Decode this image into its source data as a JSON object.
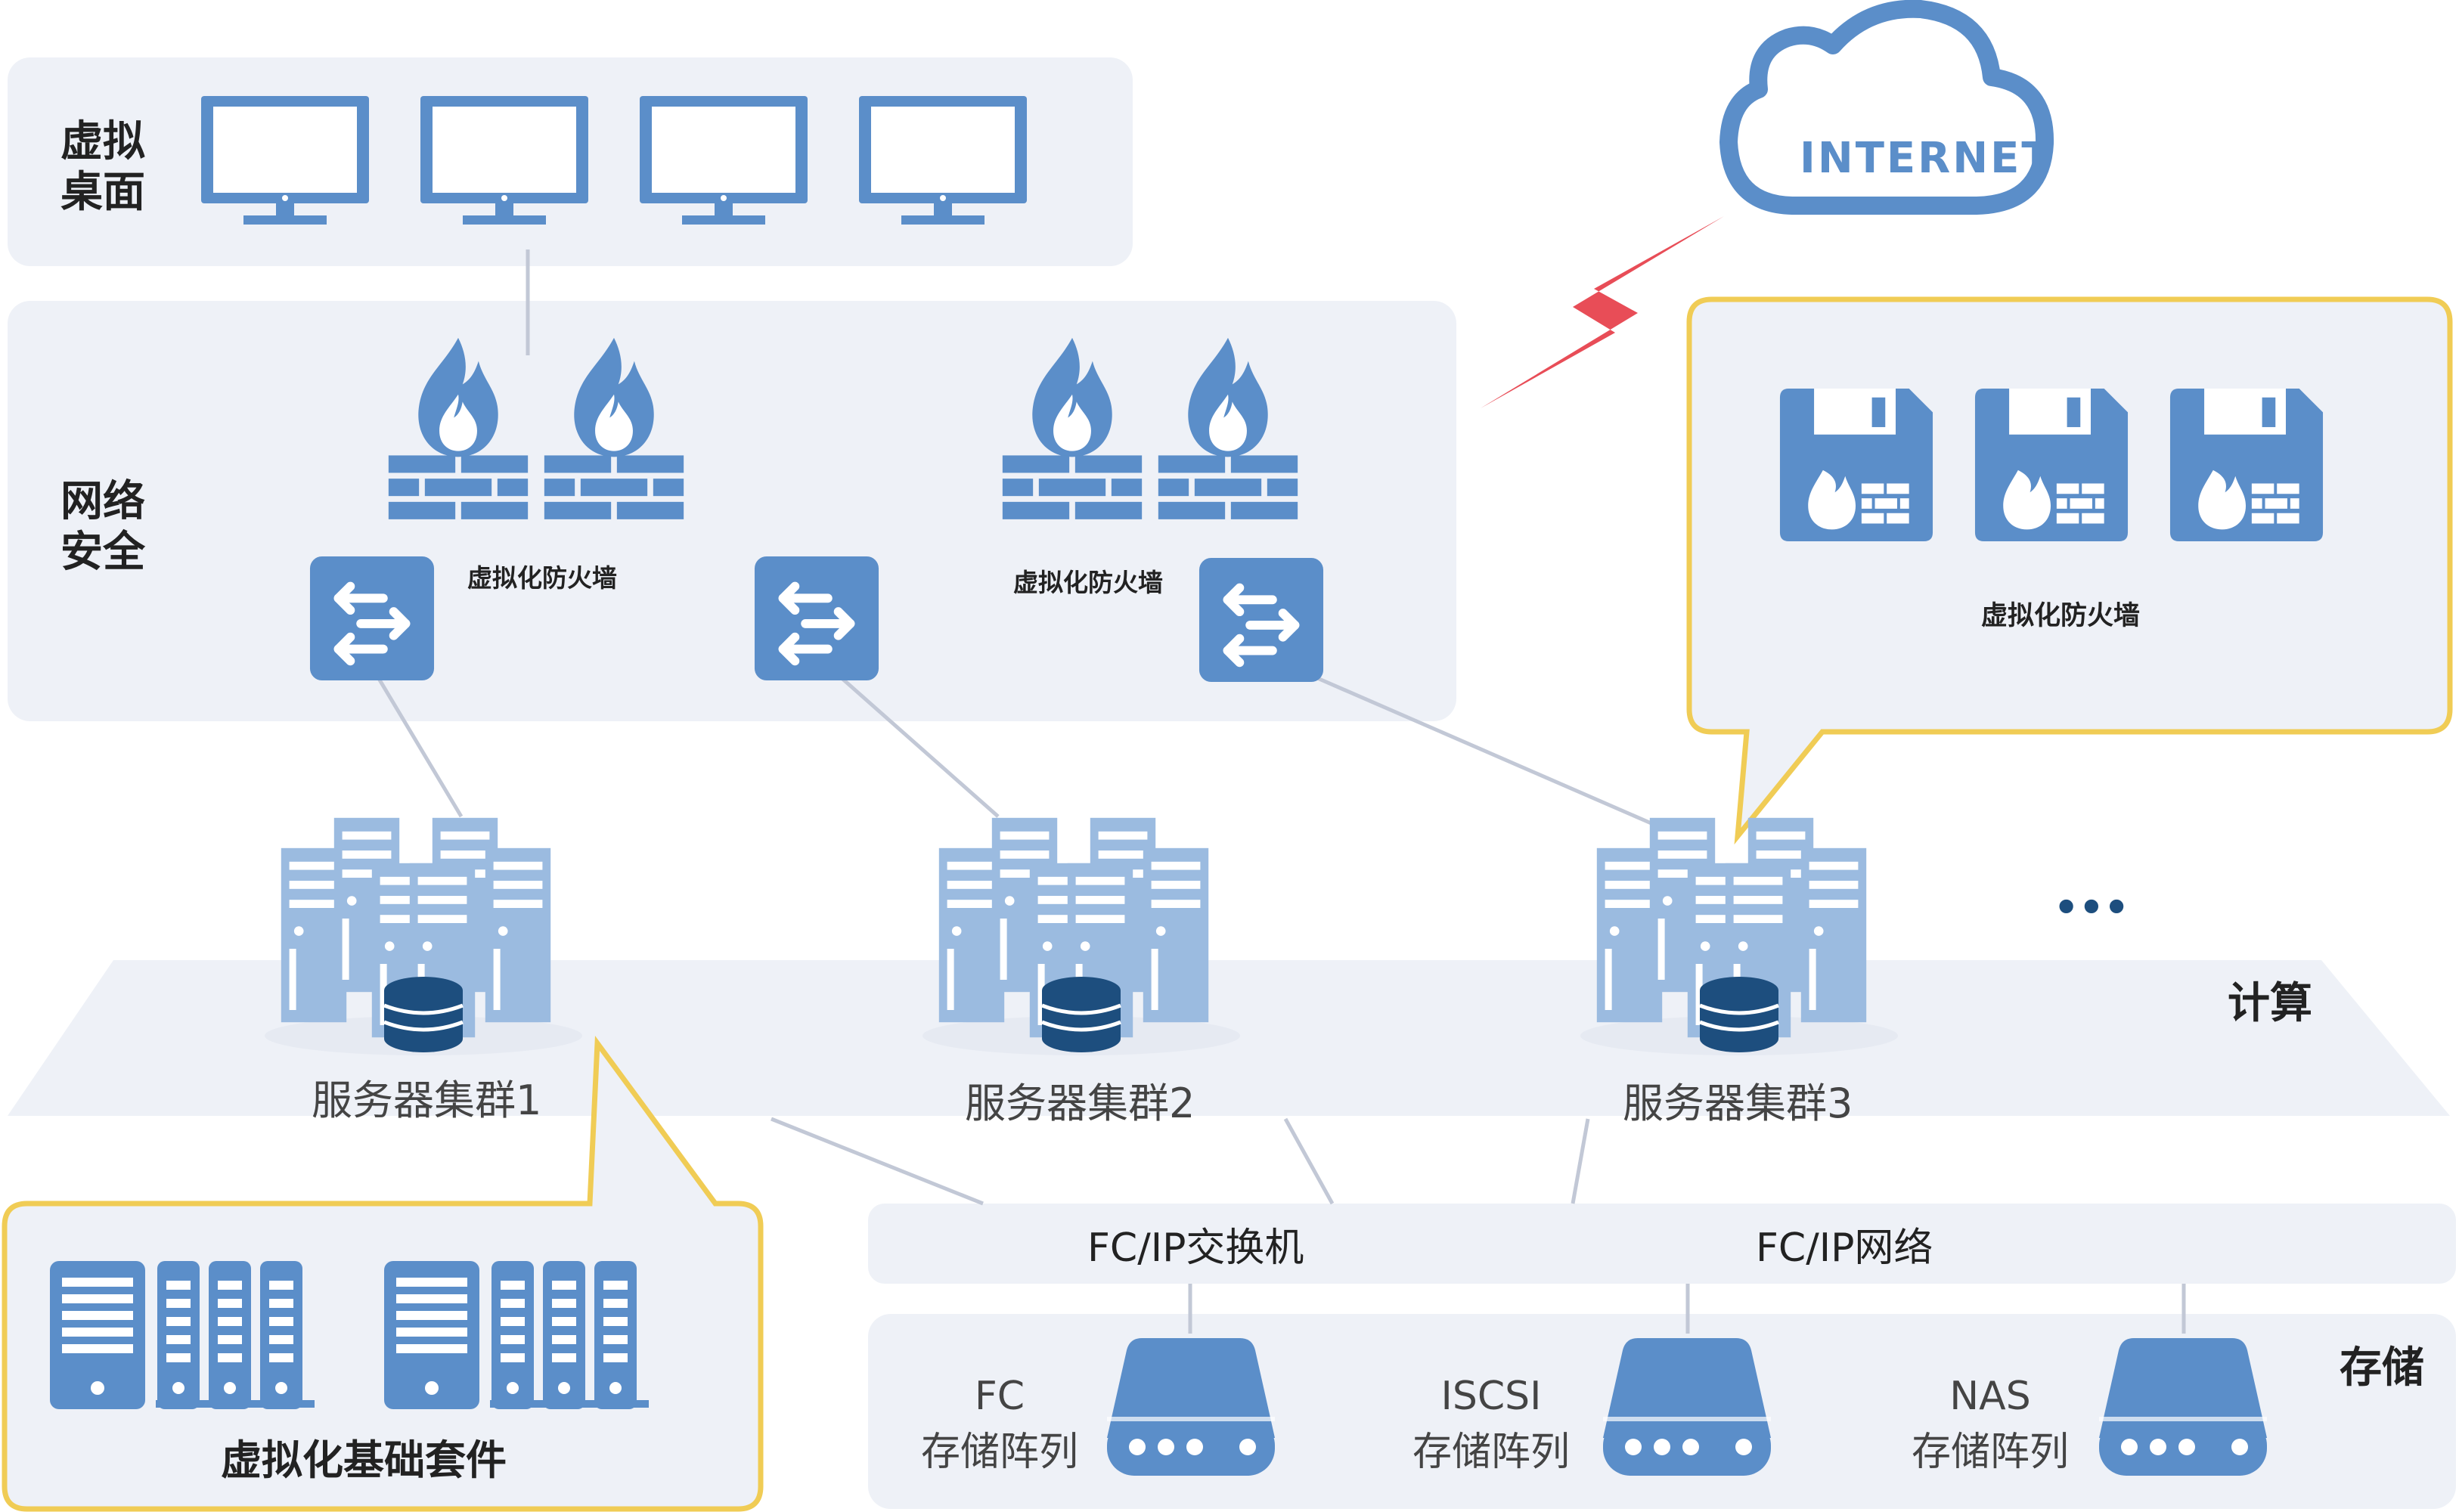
{
  "sections": {
    "virtual_desktop": "虚拟\n桌面",
    "network_security": "网络\n安全",
    "compute": "计算",
    "storage": "存储"
  },
  "cloud": {
    "label": "INTERNET"
  },
  "firewall_groups": [
    {
      "label": "虚拟化防火墙"
    },
    {
      "label": "虚拟化防火墙"
    },
    {
      "label": "虚拟化防火墙"
    }
  ],
  "clusters": [
    {
      "label": "服务器集群1"
    },
    {
      "label": "服务器集群2"
    },
    {
      "label": "服务器集群3"
    }
  ],
  "more_indicator": "•••",
  "suite": {
    "label": "虚拟化基础套件"
  },
  "network_bar": {
    "switch_label": "FC/IP交换机",
    "network_label": "FC/IP网络"
  },
  "storage_arrays": [
    {
      "type": "FC",
      "label": "存储阵列"
    },
    {
      "type": "ISCSI",
      "label": "存储阵列"
    },
    {
      "type": "NAS",
      "label": "存储阵列"
    }
  ],
  "colors": {
    "icon": "#5b8ec9",
    "icon_light": "#9bbbe0",
    "panel": "#eef1f7",
    "callout_border": "#f0cc55",
    "lightning": "#e84d57",
    "text": "#222222",
    "sub_text": "#444444"
  }
}
